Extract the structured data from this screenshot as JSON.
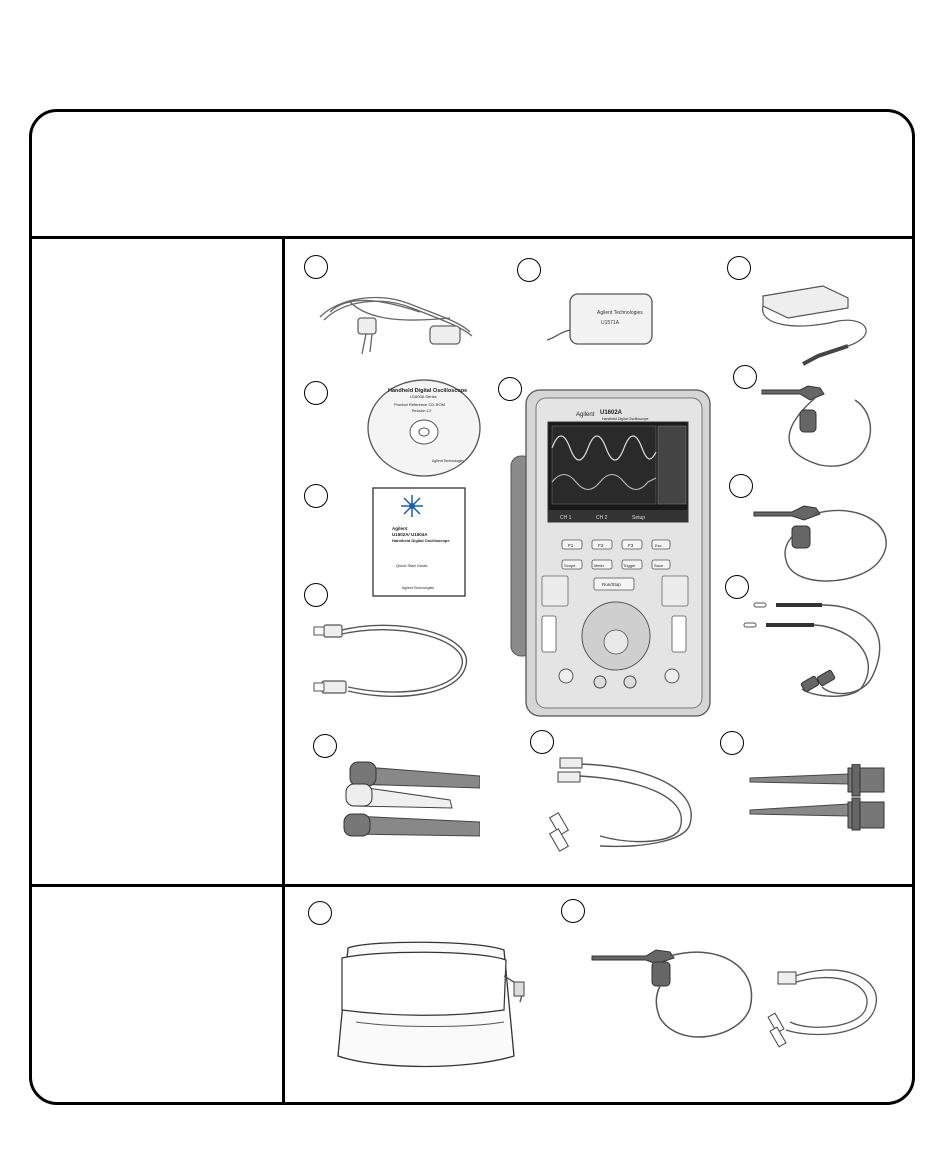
{
  "illustrations": {
    "cd": {
      "title": "Handheld Digital Oscilloscope",
      "series": "U1600A Series",
      "disc": "Product Reference CD-ROM",
      "revision": "Revision 1.0",
      "brand": "Agilent Technologies"
    },
    "guide": {
      "brand": "Agilent",
      "models": "U1602A/ U1604A",
      "product": "Handheld Digital Oscilloscope",
      "doc": "Quick Start Guide",
      "footer": "Agilent Technologies"
    },
    "battery": {
      "brand": "Agilent Technologies",
      "model": "U1571A"
    },
    "scope": {
      "brand": "Agilent",
      "model": "U1602A",
      "subtitle": "Handheld Digital Oscilloscope",
      "softkeys": [
        "CH 1",
        "CH 2",
        "Setup"
      ],
      "fkeys": [
        "F1",
        "F2",
        "F3",
        "Esc"
      ],
      "keys": [
        "Scope",
        "Meter",
        "Trigger",
        "Save"
      ],
      "run_stop": "Run/Stop"
    }
  }
}
